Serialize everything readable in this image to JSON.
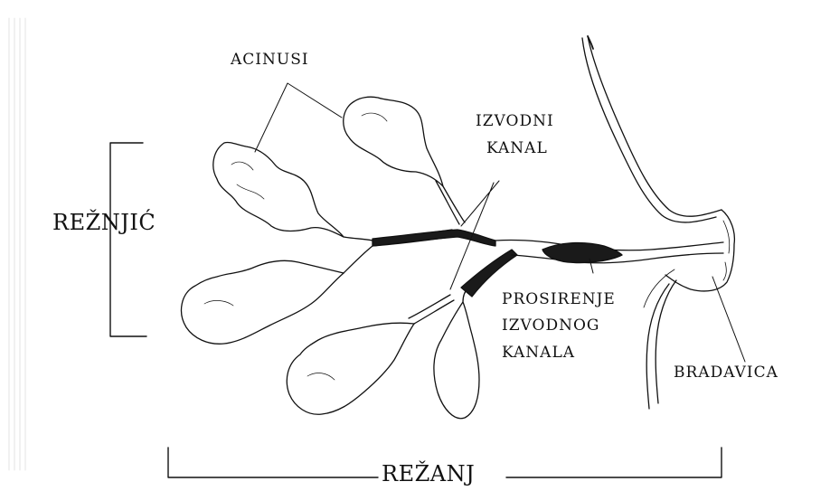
{
  "labels": {
    "acinusi": "ACINUSI",
    "izvodni_kanal_line1": "IZVODNI",
    "izvodni_kanal_line2": "KANAL",
    "reznjic": "REŽNJIĆ",
    "prosirenje_line1": "PROSIRENJE",
    "prosirenje_line2": "IZVODNOG",
    "prosirenje_line3": "KANALA",
    "bradavica": "BRADAVICA",
    "reznaj": "REŽANJ"
  },
  "colors": {
    "ink": "#111111",
    "duct_fill": "#1a1a1a",
    "background": "#ffffff"
  }
}
